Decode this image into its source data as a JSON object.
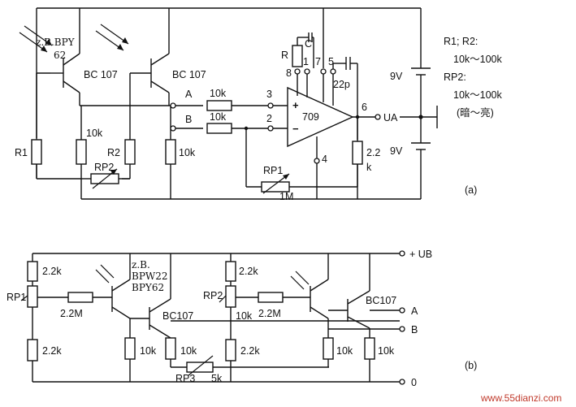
{
  "circuit_a": {
    "photo_label_1": "z.B.BPY",
    "photo_label_2": "62",
    "transistor_1": "BC 107",
    "transistor_2": "BC 107",
    "r1": "R1",
    "r2": "R2",
    "r_10k_1": "10k",
    "r_10k_2": "10k",
    "rp2": "RP2",
    "input_a": "A",
    "input_b": "B",
    "r_in_a": "10k",
    "r_in_b": "10k",
    "pin_3": "3",
    "pin_2": "2",
    "pin_8": "8",
    "pin_1": "1",
    "pin_7": "7",
    "pin_5": "5",
    "pin_6": "6",
    "pin_4": "4",
    "opamp": "709",
    "plus": "+",
    "minus": "−",
    "r_comp": "R",
    "cap_c": "C",
    "cap_22p": "22p",
    "rp1": "RP1",
    "r_1m": "1M",
    "r_load": "2.2",
    "r_load_unit": "k",
    "out": "UA",
    "supply_top": "9V",
    "supply_bottom": "9V",
    "caption": "(a)"
  },
  "notes": {
    "line1": "R1; R2:",
    "line2": "10k～100k",
    "line3": "RP2:",
    "line4": "10k～100k",
    "line5": "(暗～亮)"
  },
  "circuit_b": {
    "rp1": "RP1",
    "r_top_left": "2.2k",
    "r_bottom_left": "2.2k",
    "r_2m2_left": "2.2M",
    "photo_label_1": "z.B.",
    "photo_label_2": "BPW22",
    "photo_label_3": "BPY62",
    "transistor_1": "BC107",
    "r_10k_1": "10k",
    "r_10k_2": "10k",
    "rp3": "RP3",
    "r_5k": "5k",
    "r_top_mid": "2.2k",
    "rp2": "RP2",
    "r_10k_mid": "10k",
    "r_2m2_right": "2.2M",
    "r_bottom_mid": "2.2k",
    "transistor_2": "BC107",
    "r_10k_3": "10k",
    "r_10k_4": "10k",
    "supply": "+ UB",
    "out_a": "A",
    "out_b": "B",
    "ground": "0",
    "caption": "(b)"
  },
  "watermark": "www.55dianzi.com"
}
